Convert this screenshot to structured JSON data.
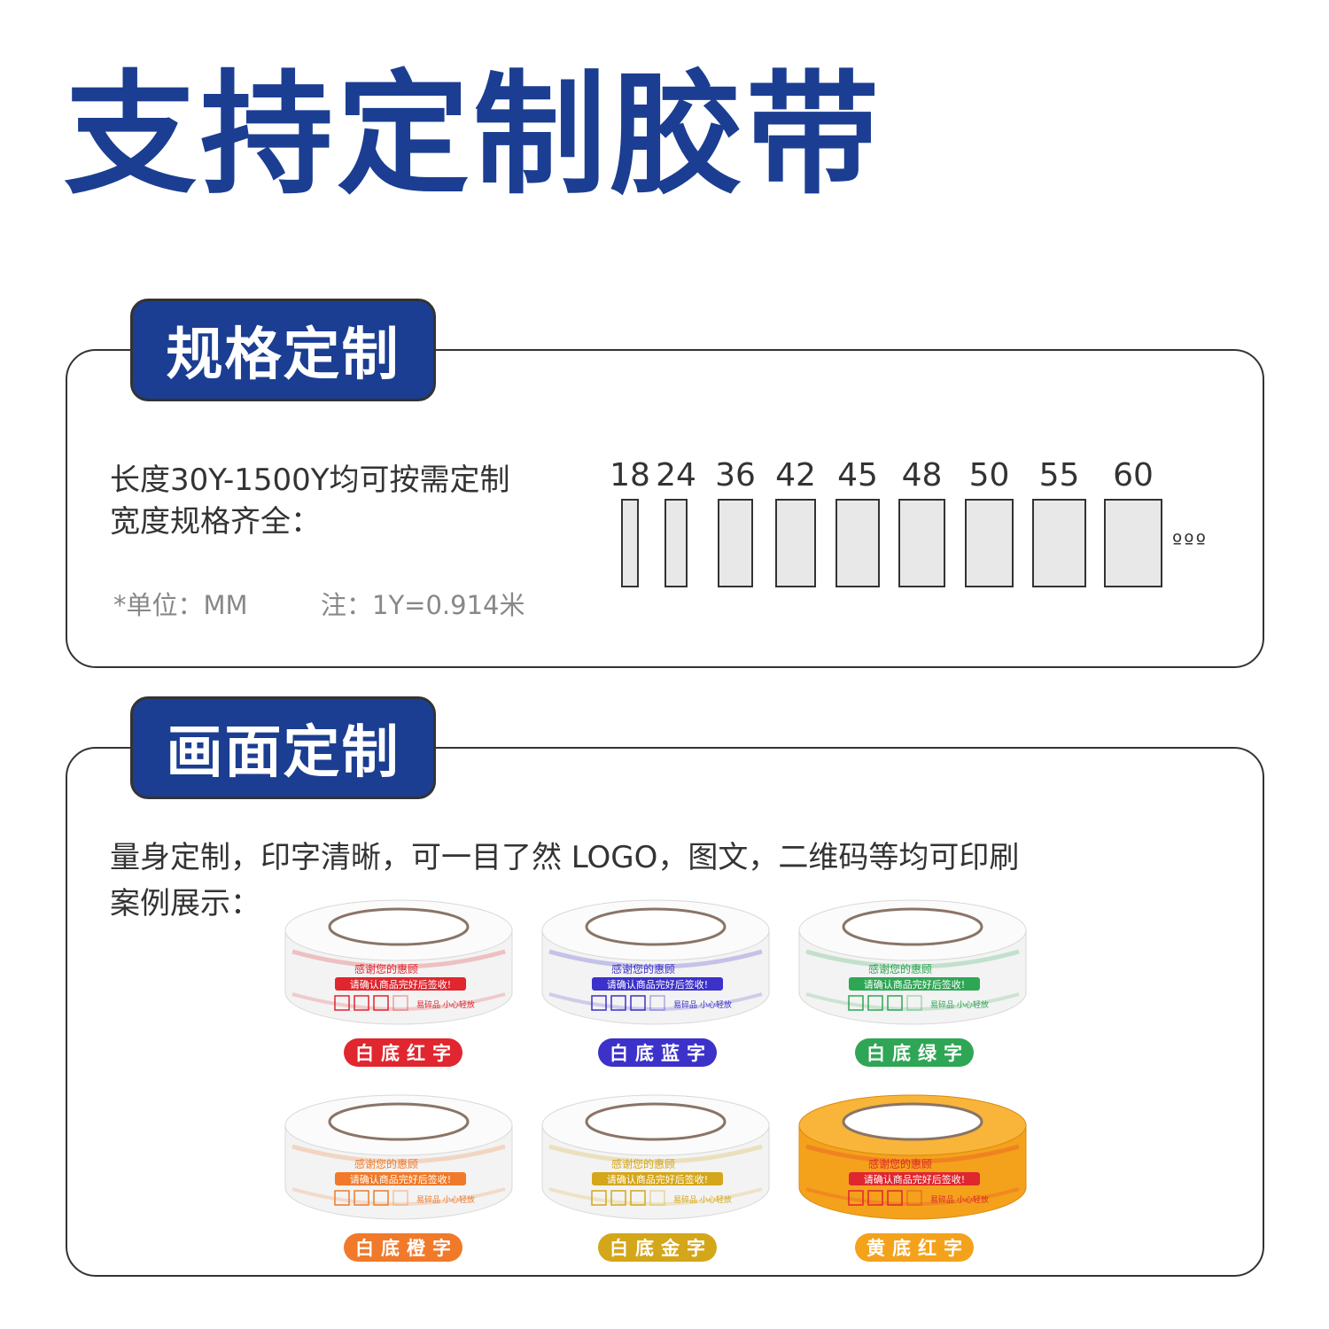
{
  "title": "支持定制胶带",
  "spec": {
    "tag": "规格定制",
    "line1": "长度30Y-1500Y均可按需定制",
    "line2": "宽度规格齐全：",
    "unit_note": "*单位：MM",
    "conversion_note": "注：1Y=0.914米",
    "widths": [
      18,
      24,
      36,
      42,
      45,
      48,
      50,
      55,
      60
    ],
    "more": "ººº"
  },
  "print": {
    "tag": "画面定制",
    "line1": "量身定制，印字清晰，可一目了然  LOGO，图文，二维码等均可印刷",
    "line2": "案例展示：",
    "roll_line1": "感谢您的惠顾",
    "roll_line2": "请确认商品完好后签收!",
    "roll_line3": "易碎品 小心轻放",
    "samples": [
      {
        "label": "白底红字",
        "base": "#ffffff",
        "ink": "#e0262f",
        "badge": "#e0262f"
      },
      {
        "label": "白底蓝字",
        "base": "#ffffff",
        "ink": "#3c31c9",
        "badge": "#3c31c9"
      },
      {
        "label": "白底绿字",
        "base": "#ffffff",
        "ink": "#2fa655",
        "badge": "#2fa655"
      },
      {
        "label": "白底橙字",
        "base": "#ffffff",
        "ink": "#f07a2a",
        "badge": "#f07a2a"
      },
      {
        "label": "白底金字",
        "base": "#ffffff",
        "ink": "#d4a61a",
        "badge": "#d4a61a"
      },
      {
        "label": "黄底红字",
        "base": "#f4a21c",
        "ink": "#e0262f",
        "badge": "#f4a21c"
      }
    ]
  },
  "colors": {
    "brand": "#1b3e92"
  }
}
